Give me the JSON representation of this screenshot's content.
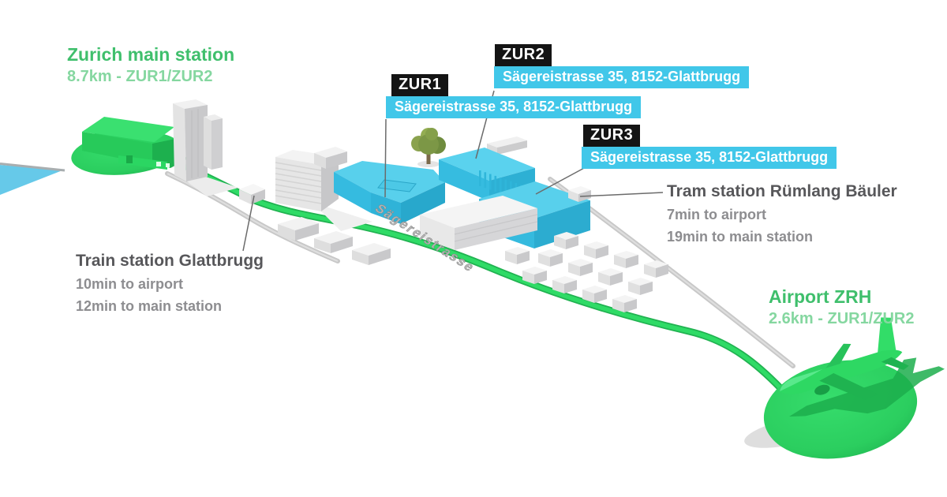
{
  "scene": {
    "street_label": "Sägereistrasse"
  },
  "markers": {
    "zurich_main_station": {
      "title": "Zurich main station",
      "subtitle": "8.7km - ZUR1/ZUR2"
    },
    "airport_zrh": {
      "title": "Airport ZRH",
      "subtitle": "2.6km - ZUR1/ZUR2"
    },
    "train_station_glattbrugg": {
      "title": "Train station Glattbrugg",
      "to_airport": "10min to airport",
      "to_main_station": "12min to main station"
    },
    "tram_station_rumlang_bauler": {
      "title": "Tram station Rümlang Bäuler",
      "to_airport": "7min to airport",
      "to_main_station": "19min to main station"
    }
  },
  "datacenters": [
    {
      "name": "ZUR1",
      "address": "Sägereistrasse 35, 8152-Glattbrugg"
    },
    {
      "name": "ZUR2",
      "address": "Sägereistrasse 35, 8152-Glattbrugg"
    },
    {
      "name": "ZUR3",
      "address": "Sägereistrasse 35, 8152-Glattbrugg"
    }
  ],
  "colors": {
    "accent_green": "#2fd465",
    "green_text": "#3fbf6c",
    "green_text_light": "#85d7a0",
    "cyan_label": "#41c7e9",
    "cyan_building_top": "#58d0ec",
    "cyan_building_front": "#35bbe0",
    "badge_black": "#141414",
    "heading_gray": "#57575a",
    "subtext_gray": "#8d8d90",
    "road_gray": "#c8c8c8",
    "water_blue": "#66c9e9"
  }
}
